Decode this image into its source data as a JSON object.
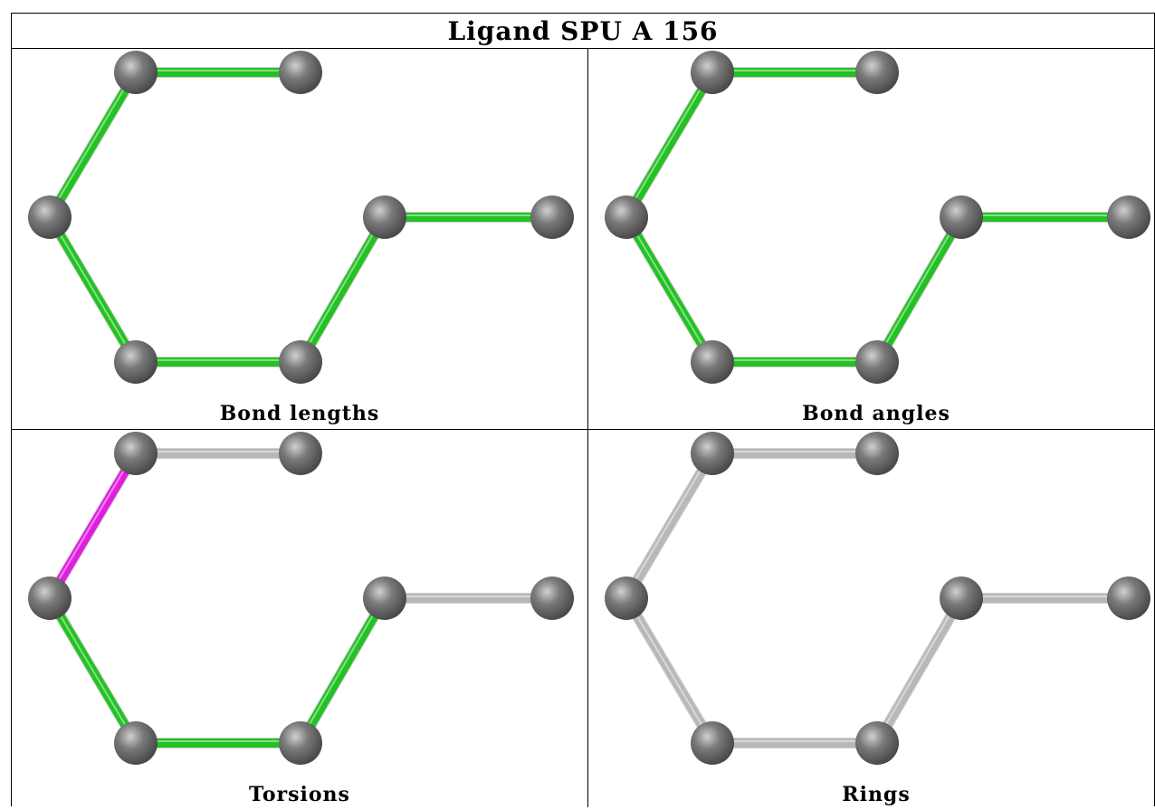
{
  "title": "Ligand SPU A 156",
  "colors": {
    "bond_ok": "#22c222",
    "bond_outlier": "#e01ee0",
    "bond_neutral": "#b8b8b8",
    "atom": "#7a7a7a"
  },
  "atoms": [
    "a1",
    "a2",
    "a3",
    "a4",
    "a5",
    "a6",
    "a7",
    "a8"
  ],
  "bonds": [
    {
      "id": "b1",
      "from": "a1",
      "to": "a2"
    },
    {
      "id": "b2",
      "from": "a1",
      "to": "a3"
    },
    {
      "id": "b3",
      "from": "a3",
      "to": "a4"
    },
    {
      "id": "b4",
      "from": "a4",
      "to": "a5"
    },
    {
      "id": "b5",
      "from": "a5",
      "to": "a6"
    },
    {
      "id": "b6",
      "from": "a6",
      "to": "a7"
    }
  ],
  "panels": [
    {
      "key": "bond_lengths",
      "caption": "Bond lengths",
      "bond_status": [
        "ok",
        "ok",
        "ok",
        "ok",
        "ok",
        "ok"
      ]
    },
    {
      "key": "bond_angles",
      "caption": "Bond angles",
      "bond_status": [
        "ok",
        "ok",
        "ok",
        "ok",
        "ok",
        "ok"
      ]
    },
    {
      "key": "torsions",
      "caption": "Torsions",
      "bond_status": [
        "neutral",
        "outlier",
        "ok",
        "ok",
        "ok",
        "neutral"
      ]
    },
    {
      "key": "rings",
      "caption": "Rings",
      "bond_status": [
        "neutral",
        "neutral",
        "neutral",
        "neutral",
        "neutral",
        "neutral"
      ]
    }
  ]
}
